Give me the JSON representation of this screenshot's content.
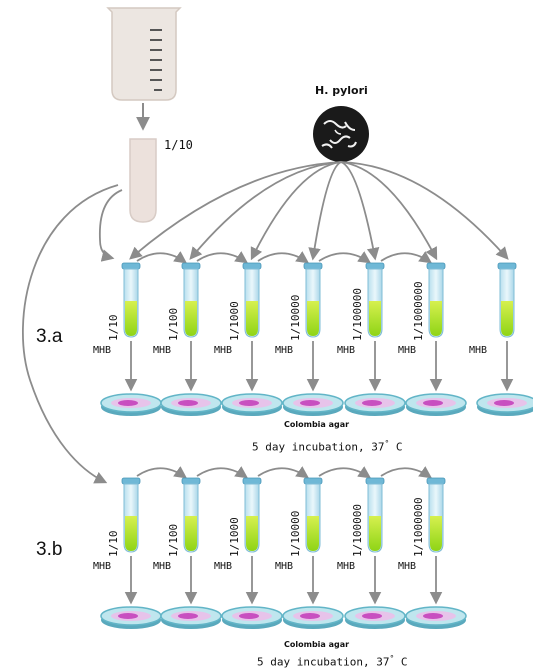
{
  "source_ratio": "1/10",
  "pathogen": "H. pylori",
  "sections": [
    {
      "label": "3.a",
      "dilutions": [
        "1/10",
        "1/100",
        "1/1000",
        "1/10000",
        "1/100000",
        "1/1000000",
        ""
      ],
      "medium": "MHB",
      "agar_label": "Colombia agar",
      "incubation": "5 day incubation, 37",
      "degree_symbol": "°",
      "temp_unit": "C"
    },
    {
      "label": "3.b",
      "dilutions": [
        "1/10",
        "1/100",
        "1/1000",
        "1/10000",
        "1/100000",
        "1/1000000"
      ],
      "medium": "MHB",
      "agar_label": "Colombia agar",
      "incubation": "5 day incubation, 37",
      "degree_symbol": "°",
      "temp_unit": "C"
    }
  ],
  "colors": {
    "beaker_fill": "#ece6e1",
    "beaker_outline": "#c9bdb5",
    "arrow": "#8c8c8c",
    "tube_glass": "#d6eef6",
    "tube_cap": "#6fb8d6",
    "broth": "#a9e01e",
    "dish_rim": "#62b5c7",
    "dish_fill": "#bfe6ee",
    "colony": "#c84fc0",
    "bacteria_bg": "#1a1a1a"
  }
}
